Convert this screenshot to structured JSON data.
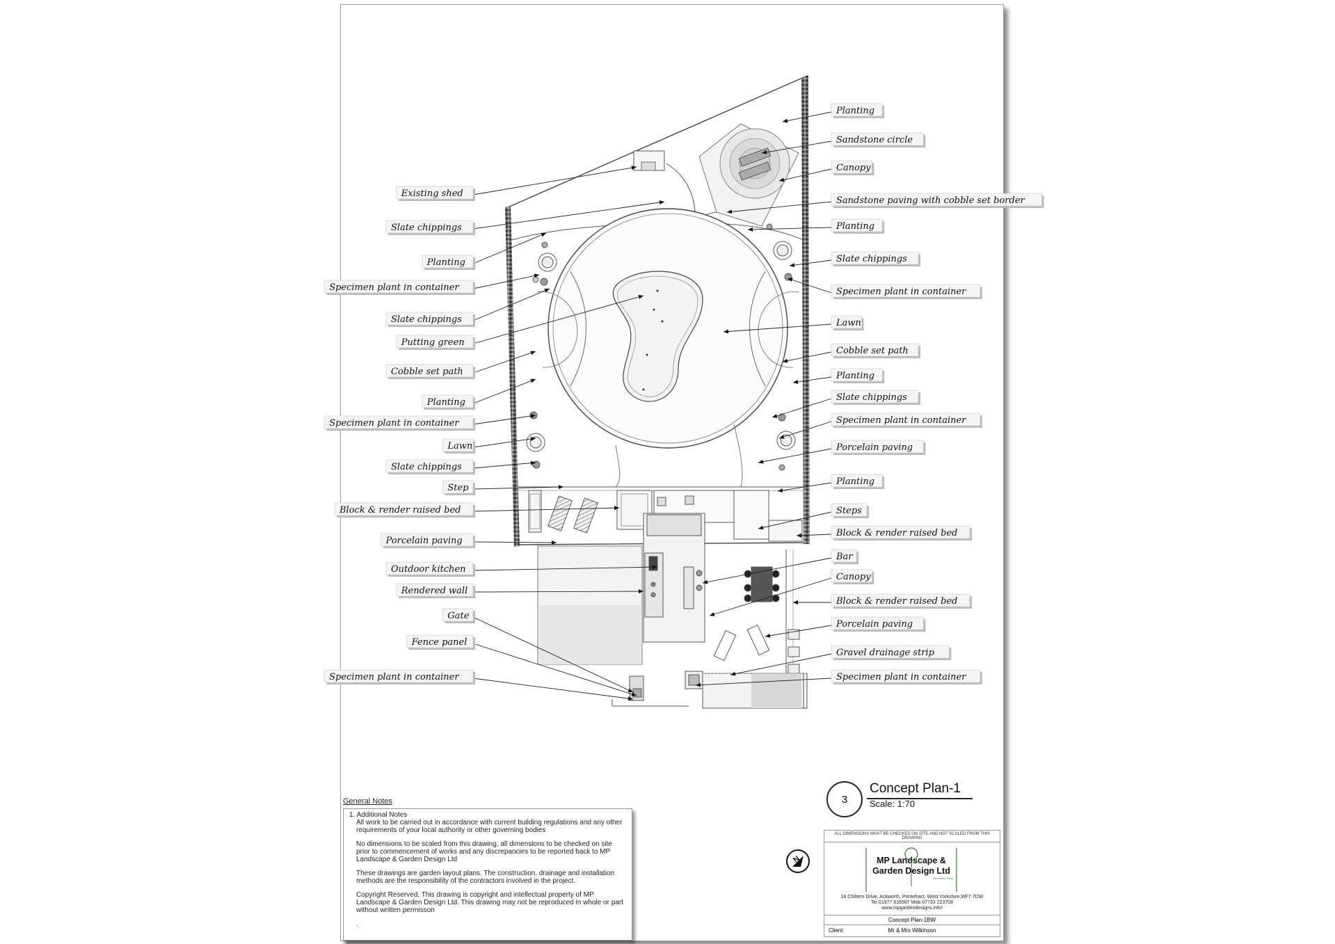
{
  "labels_left": [
    "Existing shed",
    "Slate chippings",
    "Planting",
    "Specimen plant in container",
    "Slate chippings",
    "Putting green",
    "Cobble set path",
    "Planting",
    "Specimen plant in container",
    "Lawn",
    "Slate chippings",
    "Step",
    "Block & render raised bed",
    "Porcelain paving",
    "Outdoor kitchen",
    "Rendered wall",
    "Gate",
    "Fence panel",
    "Specimen plant in container"
  ],
  "labels_right": [
    "Planting",
    "Sandstone circle",
    "Canopy",
    "Sandstone paving with cobble set border",
    "Planting",
    "Slate chippings",
    "Specimen plant in container",
    "Lawn",
    "Cobble set path",
    "Planting",
    "Slate chippings",
    "Specimen plant in container",
    "Porcelain paving",
    "Planting",
    "Steps",
    "Block & render raised bed",
    "Bar",
    "Canopy",
    "Block & render raised bed",
    "Porcelain paving",
    "Gravel drainage strip",
    "Specimen plant in container"
  ],
  "plan": {
    "number": "3",
    "title": "Concept Plan-1",
    "scale": "Scale: 1:70"
  },
  "notes": {
    "header": "General Notes",
    "sub": "1. Additional Notes",
    "paragraphs": [
      "All work to be carried out in accordance with current building regulations and any other requirements of your local authority or other governing bodies",
      "No dimensions to be scaled from this drawing, all dimensions to be checked on site prior to commencement of works and any discrepancies to be reported back to MP Landscape & Garden Design Ltd",
      "These drawings are garden layout plans. The construction, drainage and installation methods are the responsibility of the contractors involved in the project.",
      "Copyright Reserved, This drawing is copyright and intellectual property of MP Landscape & Garden Design Ltd. This drawing may not be reproduced in whole or part without written permisson"
    ],
    "trailing": "."
  },
  "company": {
    "warning": "ALL DIMENSIONS MUST BE CHECKED ON SITE AND NOT SCALED FROM THIS DRAWING",
    "name_line1": "MP Landscape &",
    "name_line2": "Garden Design Ltd",
    "tagline": "The Whole Story",
    "address": "18 Chiltern Drive, Ackworth, Pontefract, West Yorkshire,WF7 7DW",
    "phone": "Tel 01977 616587  Mob 07733 223708",
    "web": "www.mpgardendesigns.info/",
    "drawing_ref": "Concept Plan-1BW",
    "client_key": "Client",
    "client_value": "Mr & Mrs Wilkinson"
  },
  "north_label": "N",
  "colors": {
    "hedge": "#555555",
    "line": "#333333",
    "paving": "#eeeeee",
    "label_bg": "#f4f4f4",
    "logo_green": "#2d7b2d"
  }
}
